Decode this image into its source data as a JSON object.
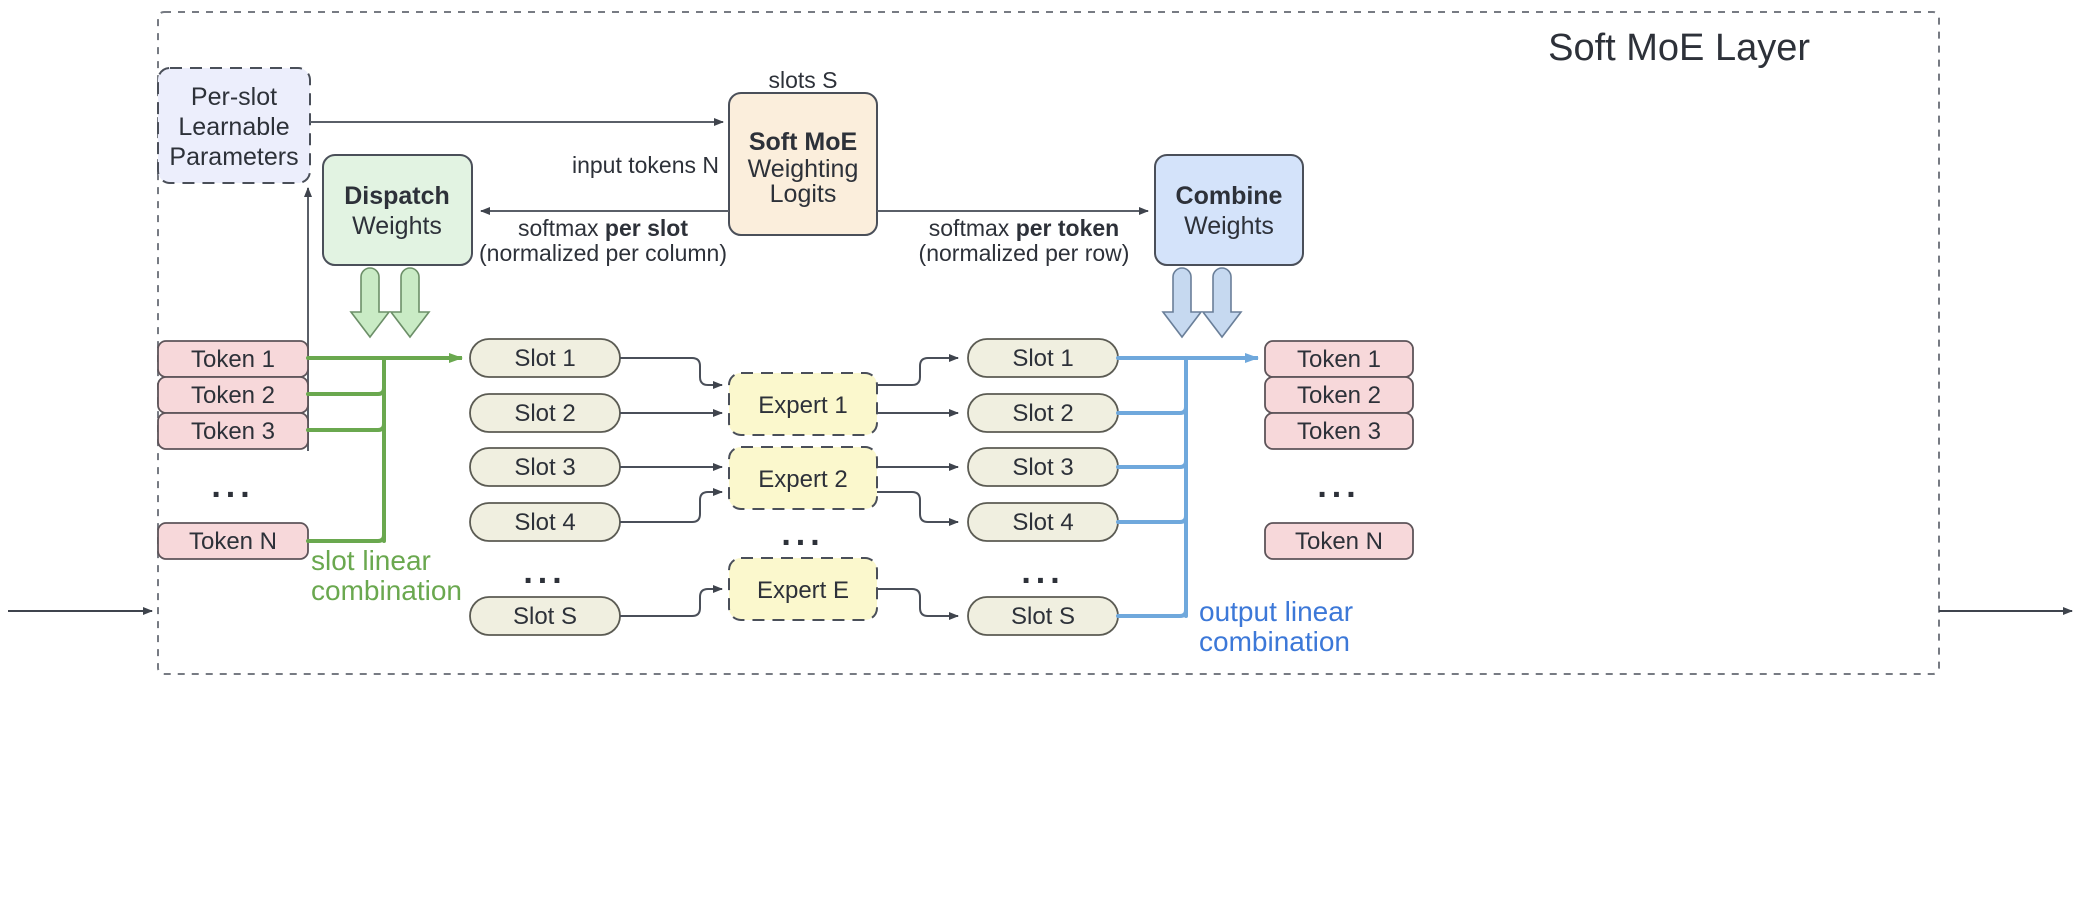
{
  "diagram": {
    "title": "Soft MoE Layer",
    "colors": {
      "stroke": "#4a4f59",
      "params_fill": "#eceefc",
      "dispatch_fill": "#e2f3e2",
      "logits_fill": "#fbeedc",
      "combine_fill": "#d4e3fa",
      "token_fill": "#f7d8da",
      "slot_fill": "#f0efe0",
      "expert_fill": "#fbf8cd",
      "green": "#6aa84f",
      "green_arrow": "#c9ebc5",
      "blue": "#6fa8dc",
      "blue_arrow": "#c6d9f0",
      "blue_text": "#3c78d8"
    },
    "boxes": {
      "params": "Per-slot\nLearnable\nParameters",
      "params_lines": [
        "Per-slot",
        "Learnable",
        "Parameters"
      ],
      "dispatch_bold": "Dispatch",
      "dispatch_sub": "Weights",
      "logits_bold": "Soft MoE",
      "logits_sub1": "Weighting",
      "logits_sub2": "Logits",
      "combine_bold": "Combine",
      "combine_sub": "Weights"
    },
    "edge_labels": {
      "slots_s": "slots S",
      "input_tokens": "input tokens N",
      "softmax_slot_a": "softmax ",
      "softmax_slot_b": "per slot",
      "softmax_slot_sub": "(normalized per column)",
      "softmax_token_a": "softmax ",
      "softmax_token_b": "per token",
      "softmax_token_sub": "(normalized per row)",
      "slot_linear_1": "slot linear",
      "slot_linear_2": "combination",
      "output_linear_1": "output linear",
      "output_linear_2": "combination"
    },
    "input_tokens": [
      "Token 1",
      "Token 2",
      "Token 3"
    ],
    "input_tokens_ellipsis": "...",
    "input_token_last": "Token N",
    "output_tokens": [
      "Token 1",
      "Token 2",
      "Token 3"
    ],
    "output_tokens_ellipsis": "...",
    "output_token_last": "Token N",
    "slots_in": [
      "Slot 1",
      "Slot 2",
      "Slot 3",
      "Slot 4"
    ],
    "slots_in_ellipsis": "...",
    "slot_in_last": "Slot S",
    "slots_out": [
      "Slot 1",
      "Slot 2",
      "Slot 3",
      "Slot 4"
    ],
    "slots_out_ellipsis": "...",
    "slot_out_last": "Slot S",
    "experts": [
      "Expert 1",
      "Expert 2"
    ],
    "experts_ellipsis": "...",
    "expert_last": "Expert E"
  }
}
